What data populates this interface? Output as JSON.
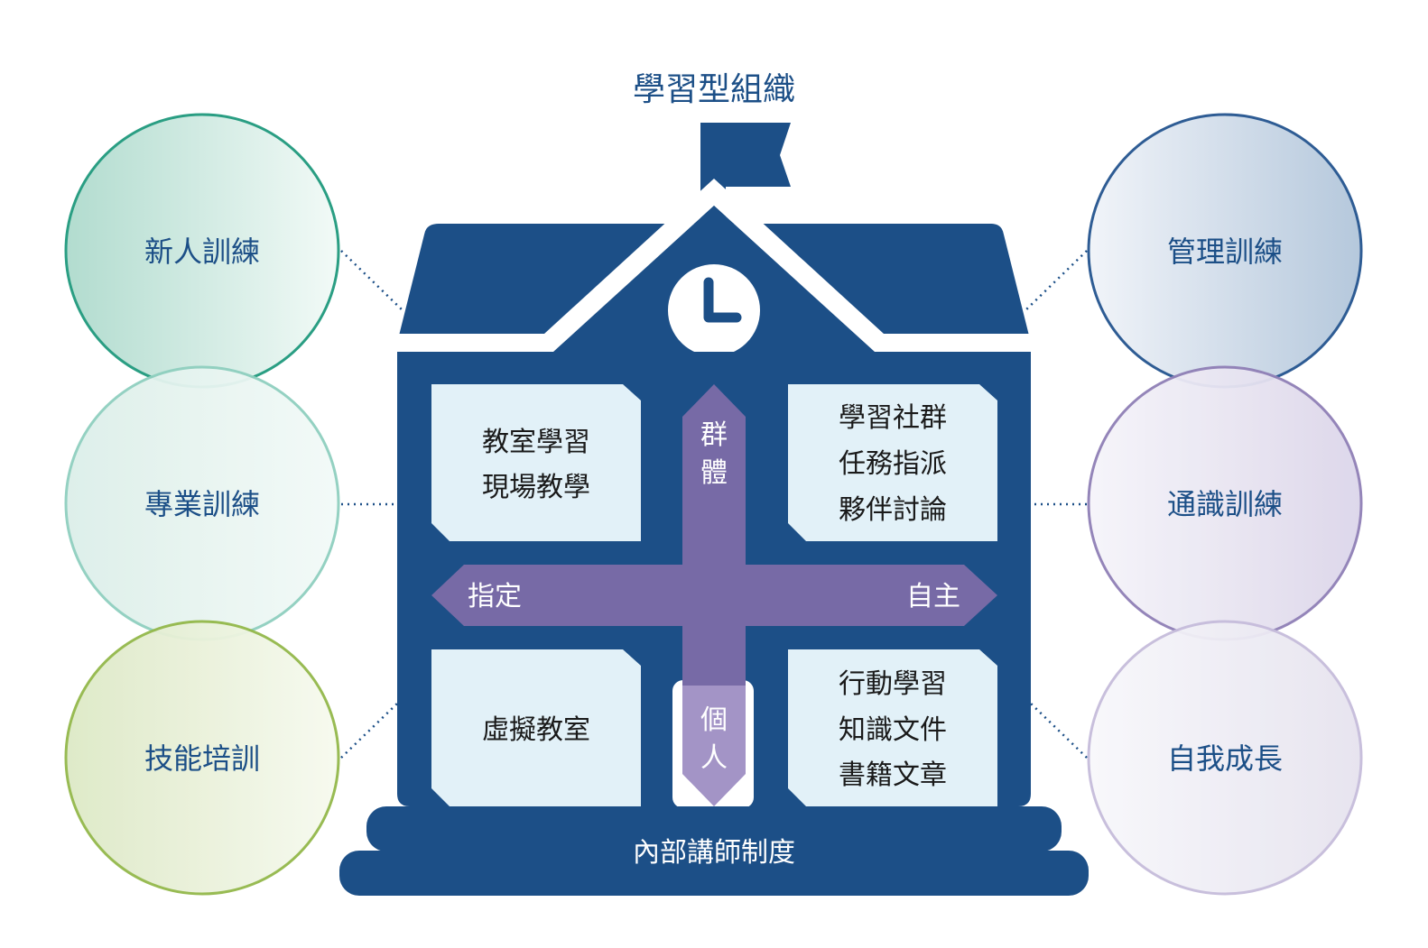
{
  "title": "學習型組織",
  "foundation_label": "內部講師制度",
  "axis": {
    "top": [
      "群",
      "體"
    ],
    "bottom": [
      "個",
      "人"
    ],
    "left": "指定",
    "right": "自主"
  },
  "quadrants": {
    "top_left": [
      "教室學習",
      "現場教學"
    ],
    "top_right": [
      "學習社群",
      "任務指派",
      "夥伴討論"
    ],
    "bottom_left": [
      "虛擬教室"
    ],
    "bottom_right": [
      "行動學習",
      "知識文件",
      "書籍文章"
    ]
  },
  "left_circles": [
    "新人訓練",
    "專業訓練",
    "技能培訓"
  ],
  "right_circles": [
    "管理訓練",
    "通識訓練",
    "自我成長"
  ],
  "colors": {
    "building": "#1c4f87",
    "panel": "#e2f1f8",
    "axis": "#776aa6",
    "axis_light": "#a394c6",
    "green_1": "#2a9e83",
    "green_2": "#8fcfbf",
    "green_3": "#93b84a",
    "blue_1": "#2e5c94",
    "purple_2": "#8f7fb6",
    "purple_3": "#c6bcdb"
  }
}
